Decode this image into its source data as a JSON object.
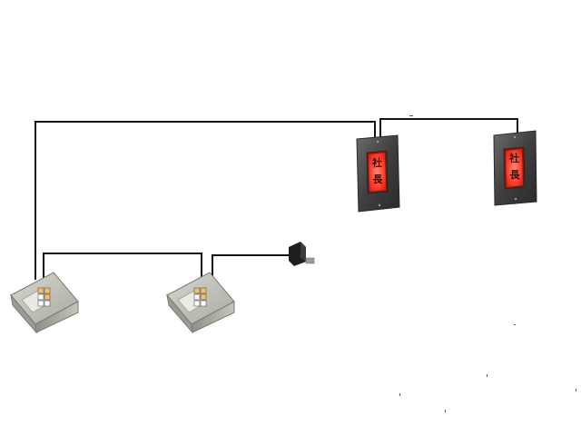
{
  "signs": [
    {
      "id": "sign-1",
      "lines": [
        "社",
        "長"
      ]
    },
    {
      "id": "sign-2",
      "lines": [
        "社",
        "長"
      ]
    }
  ],
  "colors": {
    "wire": "#111111",
    "sign_glow": "#ff3a2a",
    "sign_frame": "#4a4a4a",
    "desk_unit": "#b9bbb3",
    "button_lit": "#f0c070"
  },
  "icons": {
    "desk_unit": "desk-call-button-icon",
    "door_sign": "illuminated-door-sign-icon",
    "adapter": "power-adapter-icon"
  }
}
